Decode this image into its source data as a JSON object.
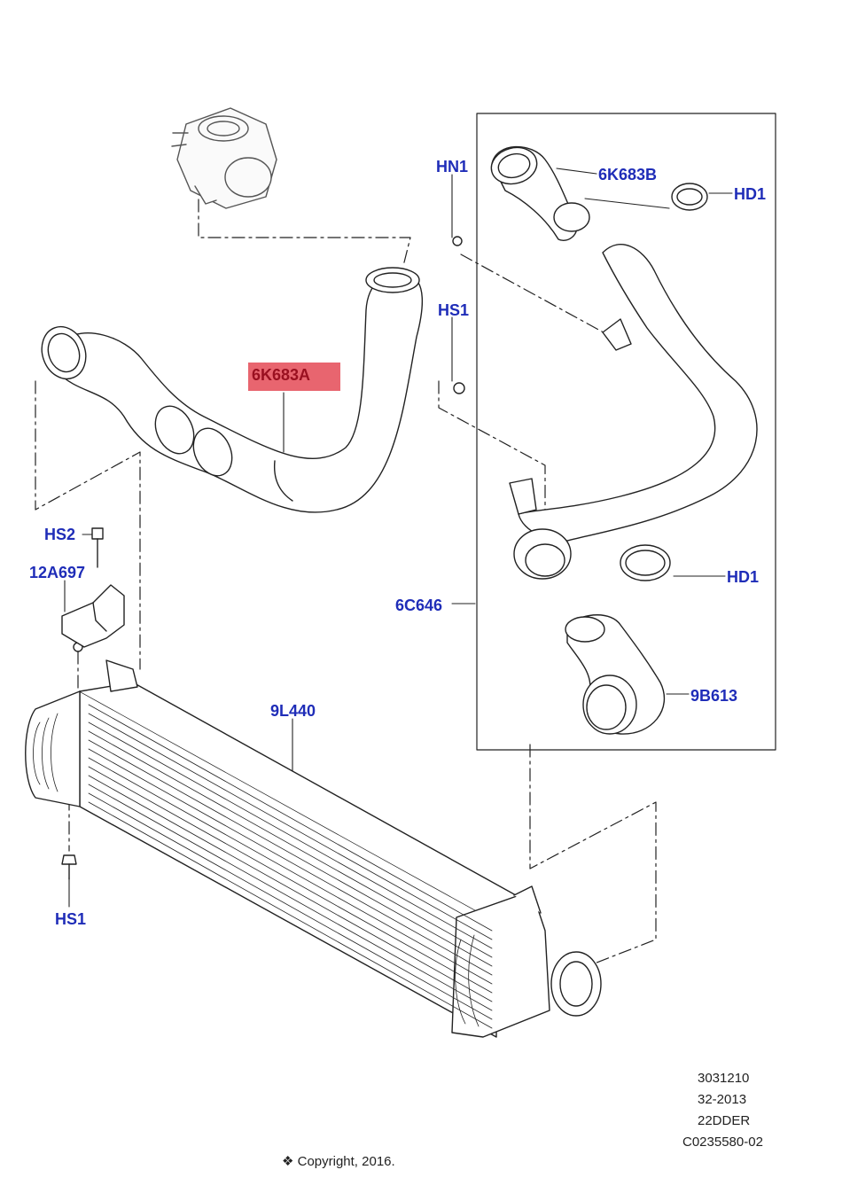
{
  "labels": {
    "hn1": "HN1",
    "b6k683": "6K683B",
    "hd1_top": "HD1",
    "hs1_mid": "HS1",
    "a6k683": "6K683A",
    "hs2": "HS2",
    "a12a697": "12A697",
    "c6c646": "6C646",
    "hd1_mid": "HD1",
    "b9b613": "9B613",
    "l9l440": "9L440",
    "hs1_bottom": "HS1"
  },
  "info": {
    "line1": "3031210",
    "line2": "32-2013",
    "line3": "22DDER",
    "line4": "C0235580-02"
  },
  "copyright": "❖ Copyright, 2016.",
  "colors": {
    "label": "#1f2db8",
    "highlight_bg": "#e8656f",
    "highlight_text": "#9a1020",
    "line": "#222222"
  }
}
